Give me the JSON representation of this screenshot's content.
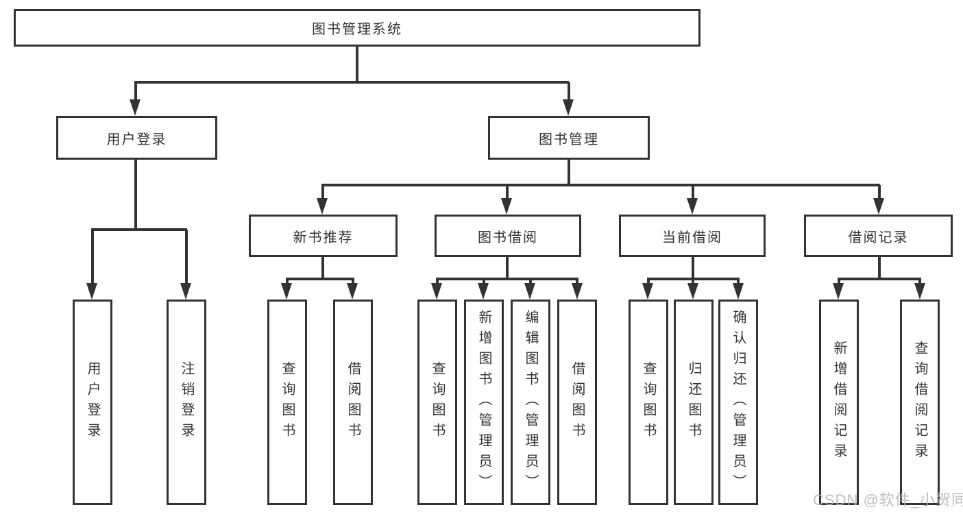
{
  "diagram": {
    "root": {
      "label": "图书管理系统"
    },
    "branches": [
      {
        "label": "用户登录",
        "children": [
          {
            "label": "用户登录"
          },
          {
            "label": "注销登录"
          }
        ]
      },
      {
        "label": "图书管理",
        "children": [
          {
            "label": "新书推荐",
            "children": [
              {
                "label": "查询图书"
              },
              {
                "label": "借阅图书"
              }
            ]
          },
          {
            "label": "图书借阅",
            "children": [
              {
                "label": "查询图书"
              },
              {
                "label": "新增图书（管理员）"
              },
              {
                "label": "编辑图书（管理员）"
              },
              {
                "label": "借阅图书"
              }
            ]
          },
          {
            "label": "当前借阅",
            "children": [
              {
                "label": "查询图书"
              },
              {
                "label": "归还图书"
              },
              {
                "label": "确认归还（管理员）"
              }
            ]
          },
          {
            "label": "借阅记录",
            "children": [
              {
                "label": "新增借阅记录"
              },
              {
                "label": "查询借阅记录"
              }
            ]
          }
        ]
      }
    ]
  },
  "watermark": {
    "text": "CSDN @软件_小贺同学"
  },
  "colors": {
    "line": "#333333",
    "text": "#333333",
    "background": "#ffffff",
    "watermark": "#b3b3b3"
  }
}
